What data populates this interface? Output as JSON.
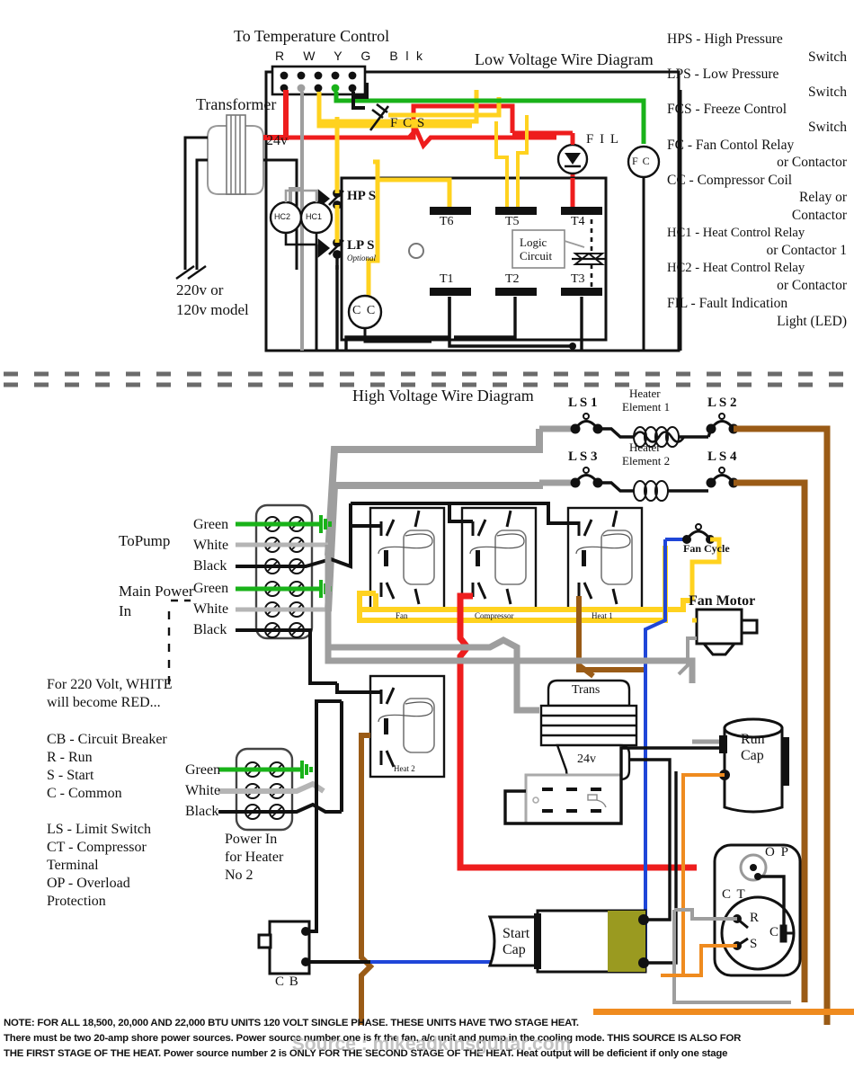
{
  "meta": {
    "low_voltage_title": "Low Voltage Wire Diagram",
    "high_voltage_title": "High Voltage Wire Diagram",
    "watermark": "Source : mikeadkinsguitar.com"
  },
  "colors": {
    "red": "#ee1d1d",
    "yellow": "#ffd21f",
    "green": "#19b219",
    "black": "#111111",
    "gray": "#9e9e9e",
    "brown": "#9a5b16",
    "blue": "#1f46d8",
    "orange": "#ef8b1f",
    "olive": "#9a9a20",
    "white_wire": "#b5b5b5"
  },
  "low_voltage": {
    "temp_control_label": "To Temperature Control",
    "terminal_labels": [
      "R",
      "W",
      "Y",
      "G",
      "Blk"
    ],
    "transformer_label": "Transformer",
    "transformer_secondary": "24v",
    "model_note_line1": "220v or",
    "model_note_line2": "120v model",
    "fcs_label": "F C S",
    "fil_label": "F I L",
    "fc_label": "F C",
    "cc_label": "C C",
    "hc1_label": "HC1",
    "hc2_label": "HC2",
    "hps_label": "HP S",
    "lps_label": "LP S",
    "lps_sub": "Optional",
    "logic_circuit_line1": "Logic",
    "logic_circuit_line2": "Circuit",
    "terminals_top": [
      "T6",
      "T5",
      "T4"
    ],
    "terminals_bottom": [
      "T1",
      "T2",
      "T3"
    ]
  },
  "legend_right": [
    {
      "abbr": "HPS - High Pressure",
      "cont": [
        "Switch"
      ]
    },
    {
      "abbr": "LPS - Low Pressure",
      "cont": [
        "Switch"
      ]
    },
    {
      "abbr": "FCS - Freeze Control",
      "cont": [
        "Switch"
      ]
    },
    {
      "abbr": "FC - Fan Contol Relay",
      "cont": [
        "or Contactor"
      ]
    },
    {
      "abbr": "CC - Compressor Coil",
      "cont": [
        "Relay or",
        "Contactor"
      ]
    },
    {
      "abbr": "HC1 - Heat Control Relay",
      "cont": [
        "or Contactor 1"
      ]
    },
    {
      "abbr": "HC2 - Heat Control Relay",
      "cont": [
        "or Contactor"
      ]
    },
    {
      "abbr": "FIL - Fault Indication",
      "cont": [
        "Light (LED)"
      ]
    }
  ],
  "high_voltage": {
    "to_pump_label": "ToPump",
    "main_power_line1": "Main Power",
    "main_power_line2": "In",
    "wire_colors_top": [
      "Green",
      "White",
      "Black"
    ],
    "wire_colors_mid": [
      "Green",
      "White",
      "Black"
    ],
    "wire_colors_bottom": [
      "Green",
      "White",
      "Black"
    ],
    "heater2_power_line1": "Power In",
    "heater2_power_line2": "for Heater",
    "heater2_power_line3": "No 2",
    "limit_switches": [
      "L S 1",
      "L S 2",
      "L S 3",
      "L S 4"
    ],
    "heater_element_1_line1": "Heater",
    "heater_element_1_line2": "Element 1",
    "heater_element_2_line1": "Heater",
    "heater_element_2_line2": "Element 2",
    "relay_fan": "Fan",
    "relay_compressor": "Compressor",
    "relay_heat1": "Heat 1",
    "relay_heat2": "Heat 2",
    "fan_cycle_label": "Fan Cycle",
    "fan_motor_label": "Fan Motor",
    "trans_label": "Trans",
    "trans_secondary": "24v",
    "run_cap_line1": "Run",
    "run_cap_line2": "Cap",
    "start_cap_line1": "Start",
    "start_cap_line2": "Cap",
    "cb_label": "C B",
    "op_label": "O P",
    "ct_label": "C T",
    "comp_terminals": [
      "R",
      "S",
      "C"
    ]
  },
  "legend_left": {
    "white_red_line1": "For 220 Volt, WHITE",
    "white_red_line2": "will become RED...",
    "items": [
      "CB - Circuit Breaker",
      "R - Run",
      "S - Start",
      "C - Common"
    ],
    "items2": [
      "LS - Limit Switch",
      "CT - Compressor",
      "      Terminal",
      "OP - Overload",
      "      Protection"
    ]
  },
  "note": {
    "line1": "NOTE:  FOR ALL 18,500, 20,000 AND 22,000 BTU UNITS 120 VOLT  SINGLE PHASE.  THESE UNITS HAVE TWO STAGE HEAT.",
    "line2": "There must be two 20-amp shore power sources.  Power source number one is fr the fan, a/c unit and pump in the cooling mode.  THIS SOURCE IS ALSO FOR",
    "line3": "THE FIRST STAGE OF THE HEAT.  Power source number 2 is ONLY FOR THE SECOND STAGE OF THE HEAT.  Heat output will be deficient if only one stage"
  }
}
